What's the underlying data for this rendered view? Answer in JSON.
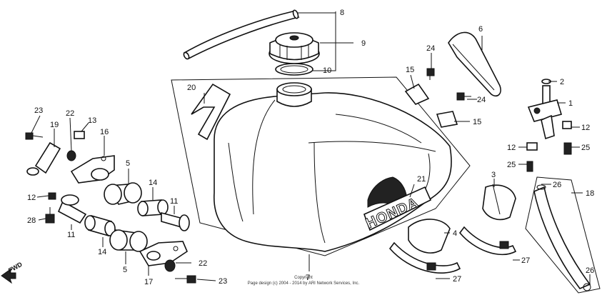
{
  "diagram": {
    "callouts": [
      {
        "id": "c8",
        "text": "8"
      },
      {
        "id": "c9",
        "text": "9"
      },
      {
        "id": "c10",
        "text": "10"
      },
      {
        "id": "c6",
        "text": "6"
      },
      {
        "id": "c24a",
        "text": "24"
      },
      {
        "id": "c15a",
        "text": "15"
      },
      {
        "id": "c2",
        "text": "2"
      },
      {
        "id": "c1",
        "text": "1"
      },
      {
        "id": "c24b",
        "text": "24"
      },
      {
        "id": "c15b",
        "text": "15"
      },
      {
        "id": "c12a",
        "text": "12"
      },
      {
        "id": "c12b",
        "text": "12"
      },
      {
        "id": "c25a",
        "text": "25"
      },
      {
        "id": "c25b",
        "text": "25"
      },
      {
        "id": "c20",
        "text": "20"
      },
      {
        "id": "c23a",
        "text": "23"
      },
      {
        "id": "c22a",
        "text": "22"
      },
      {
        "id": "c13",
        "text": "13"
      },
      {
        "id": "c19",
        "text": "19"
      },
      {
        "id": "c16",
        "text": "16"
      },
      {
        "id": "c5a",
        "text": "5"
      },
      {
        "id": "c14a",
        "text": "14"
      },
      {
        "id": "c11a",
        "text": "11"
      },
      {
        "id": "c12c",
        "text": "12"
      },
      {
        "id": "c28",
        "text": "28"
      },
      {
        "id": "c11b",
        "text": "11"
      },
      {
        "id": "c14b",
        "text": "14"
      },
      {
        "id": "c5b",
        "text": "5"
      },
      {
        "id": "c22b",
        "text": "22"
      },
      {
        "id": "c23b",
        "text": "23"
      },
      {
        "id": "c17",
        "text": "17"
      },
      {
        "id": "c21",
        "text": "21"
      },
      {
        "id": "c3",
        "text": "3"
      },
      {
        "id": "c26a",
        "text": "26"
      },
      {
        "id": "c18",
        "text": "18"
      },
      {
        "id": "c4",
        "text": "4"
      },
      {
        "id": "c27a",
        "text": "27"
      },
      {
        "id": "c27b",
        "text": "27"
      },
      {
        "id": "c26b",
        "text": "26"
      },
      {
        "id": "c7",
        "text": "7"
      }
    ],
    "brand": "HONDA",
    "fwd_label": "FWD",
    "copyright_line1": "Copyright",
    "copyright_line2": "Page design (c) 2004 - 2014 by ARI Network Services, Inc."
  }
}
